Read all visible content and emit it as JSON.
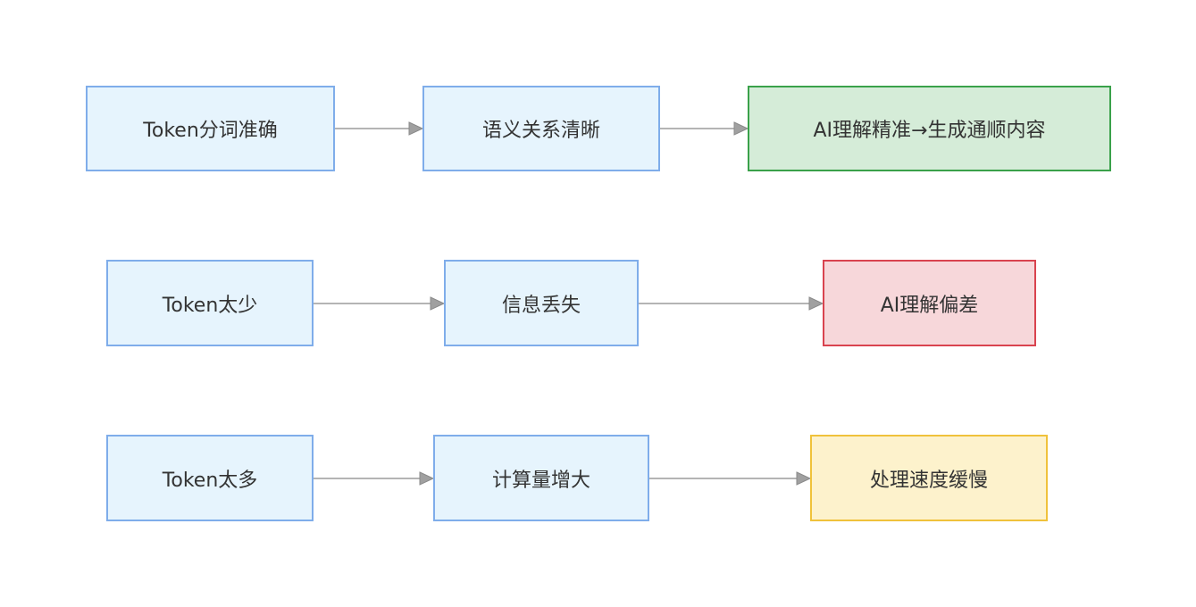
{
  "rows": [
    {
      "nodes": [
        {
          "label": "Token分词准确"
        },
        {
          "label": "语义关系清晰"
        },
        {
          "label": "AI理解精准→生成通顺内容"
        }
      ]
    },
    {
      "nodes": [
        {
          "label": "Token太少"
        },
        {
          "label": "信息丢失"
        },
        {
          "label": "AI理解偏差"
        }
      ]
    },
    {
      "nodes": [
        {
          "label": "Token太多"
        },
        {
          "label": "计算量增大"
        },
        {
          "label": "处理速度缓慢"
        }
      ]
    }
  ],
  "colors": {
    "default_fill": "#e6f4fd",
    "default_stroke": "#7fadea",
    "success_fill": "#d5ecd8",
    "success_stroke": "#3aa14a",
    "error_fill": "#f7d7da",
    "error_stroke": "#d9434f",
    "warn_fill": "#fdf2cc",
    "warn_stroke": "#f0c23b",
    "edge": "#9b9b9b"
  }
}
